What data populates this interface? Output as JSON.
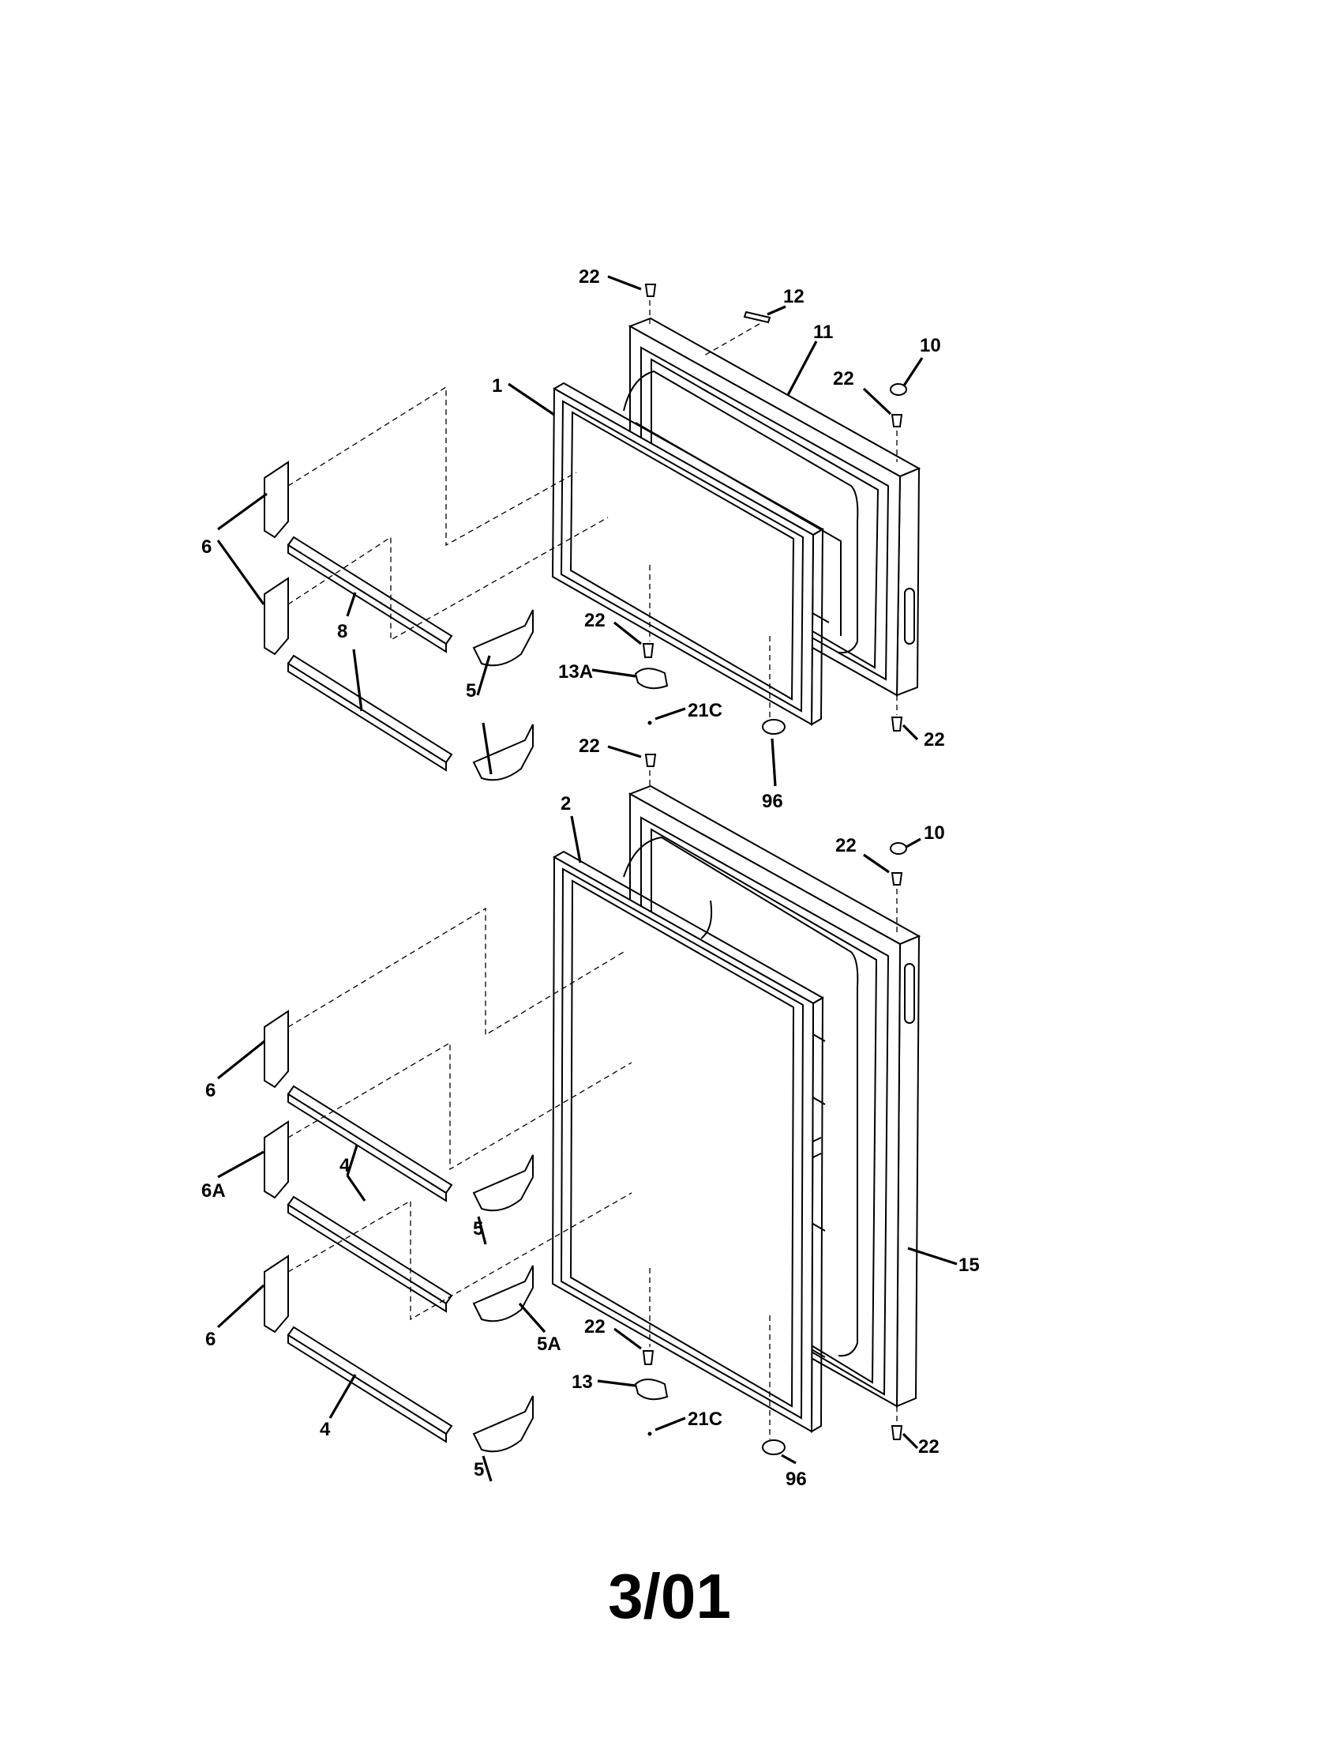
{
  "callouts": [
    {
      "id": "c-22-top",
      "text": "22"
    },
    {
      "id": "c-12",
      "text": "12"
    },
    {
      "id": "c-11",
      "text": "11"
    },
    {
      "id": "c-10-top",
      "text": "10"
    },
    {
      "id": "c-22-topright",
      "text": "22"
    },
    {
      "id": "c-1",
      "text": "1"
    },
    {
      "id": "c-6-a",
      "text": "6"
    },
    {
      "id": "c-8",
      "text": "8"
    },
    {
      "id": "c-5-a",
      "text": "5"
    },
    {
      "id": "c-22-fzhinge",
      "text": "22"
    },
    {
      "id": "c-13A",
      "text": "13A"
    },
    {
      "id": "c-21C-top",
      "text": "21C"
    },
    {
      "id": "c-22-fzbottom",
      "text": "22"
    },
    {
      "id": "c-22-ffhingetop",
      "text": "22"
    },
    {
      "id": "c-96-top",
      "text": "96"
    },
    {
      "id": "c-10-bottom",
      "text": "10"
    },
    {
      "id": "c-22-ffright",
      "text": "22"
    },
    {
      "id": "c-2",
      "text": "2"
    },
    {
      "id": "c-6-b",
      "text": "6"
    },
    {
      "id": "c-4-a",
      "text": "4"
    },
    {
      "id": "c-6A",
      "text": "6A"
    },
    {
      "id": "c-5-b",
      "text": "5"
    },
    {
      "id": "c-15",
      "text": "15"
    },
    {
      "id": "c-6-c",
      "text": "6"
    },
    {
      "id": "c-5A",
      "text": "5A"
    },
    {
      "id": "c-22-ffhinge",
      "text": "22"
    },
    {
      "id": "c-13",
      "text": "13"
    },
    {
      "id": "c-21C-bottom",
      "text": "21C"
    },
    {
      "id": "c-22-ffbottom",
      "text": "22"
    },
    {
      "id": "c-4-b",
      "text": "4"
    },
    {
      "id": "c-5-c",
      "text": "5"
    },
    {
      "id": "c-96-bottom",
      "text": "96"
    }
  ],
  "footer": {
    "date": "3/01"
  }
}
